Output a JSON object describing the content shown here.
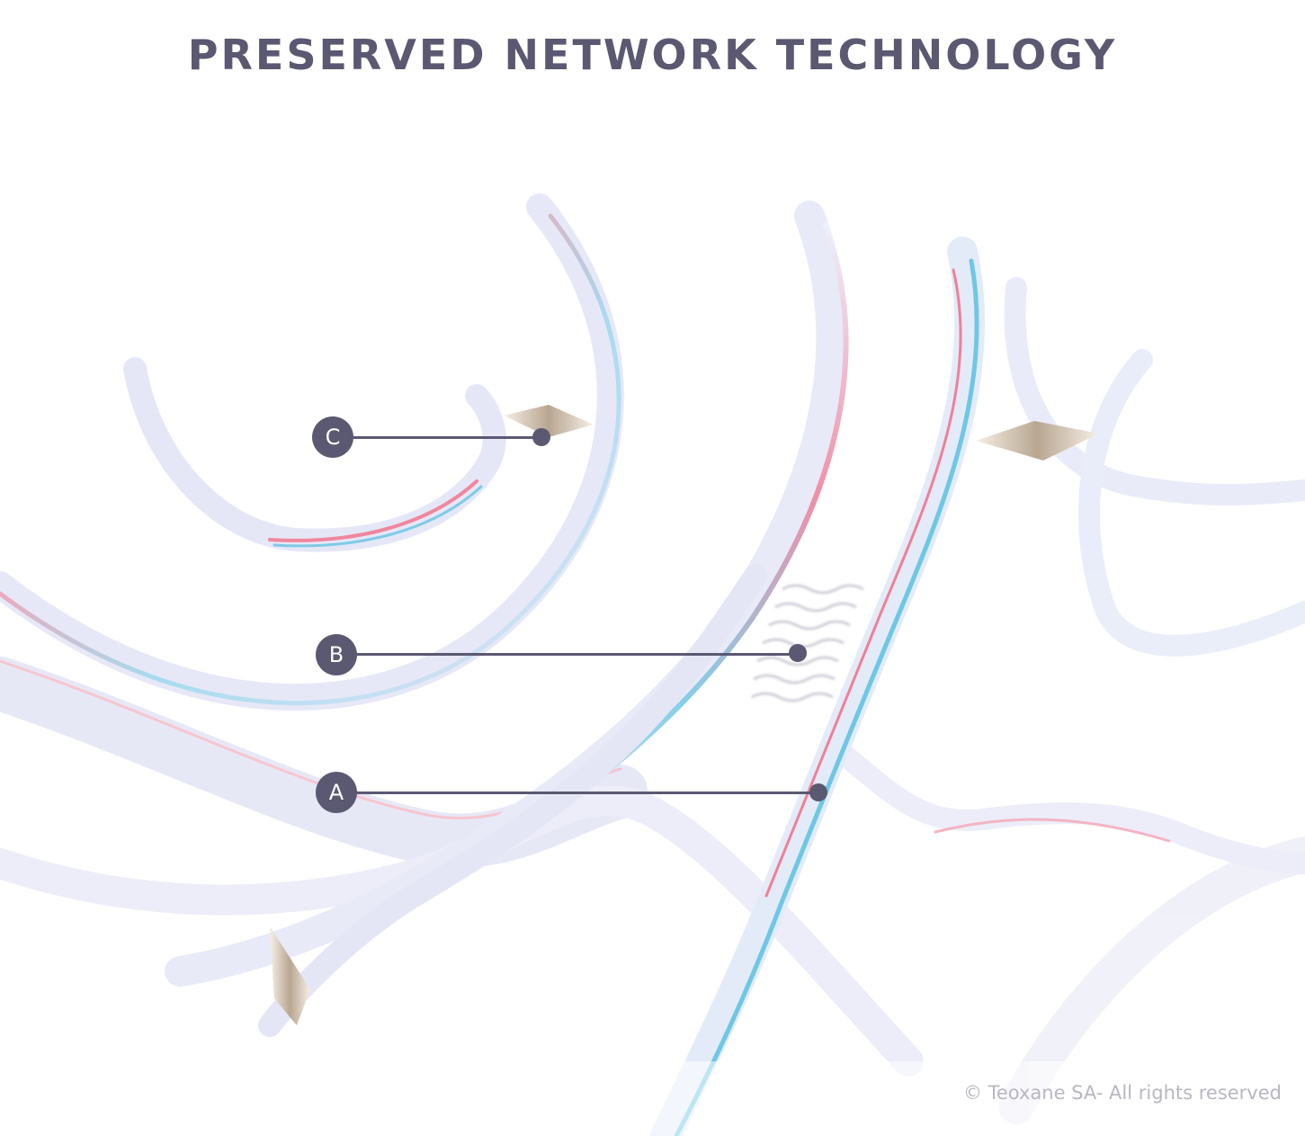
{
  "title": "PRESERVED NETWORK TECHNOLOGY",
  "callouts": [
    {
      "id": "C",
      "label": "C"
    },
    {
      "id": "B",
      "label": "B"
    },
    {
      "id": "A",
      "label": "A"
    }
  ],
  "copyright": "© Teoxane SA- All rights reserved",
  "colors": {
    "label": "#5b5872",
    "fiber_pink": "#f28a9e",
    "fiber_blue": "#8fd3ea",
    "fiber_lavender": "#d9dcf2",
    "spike": "#d8c7b4"
  }
}
